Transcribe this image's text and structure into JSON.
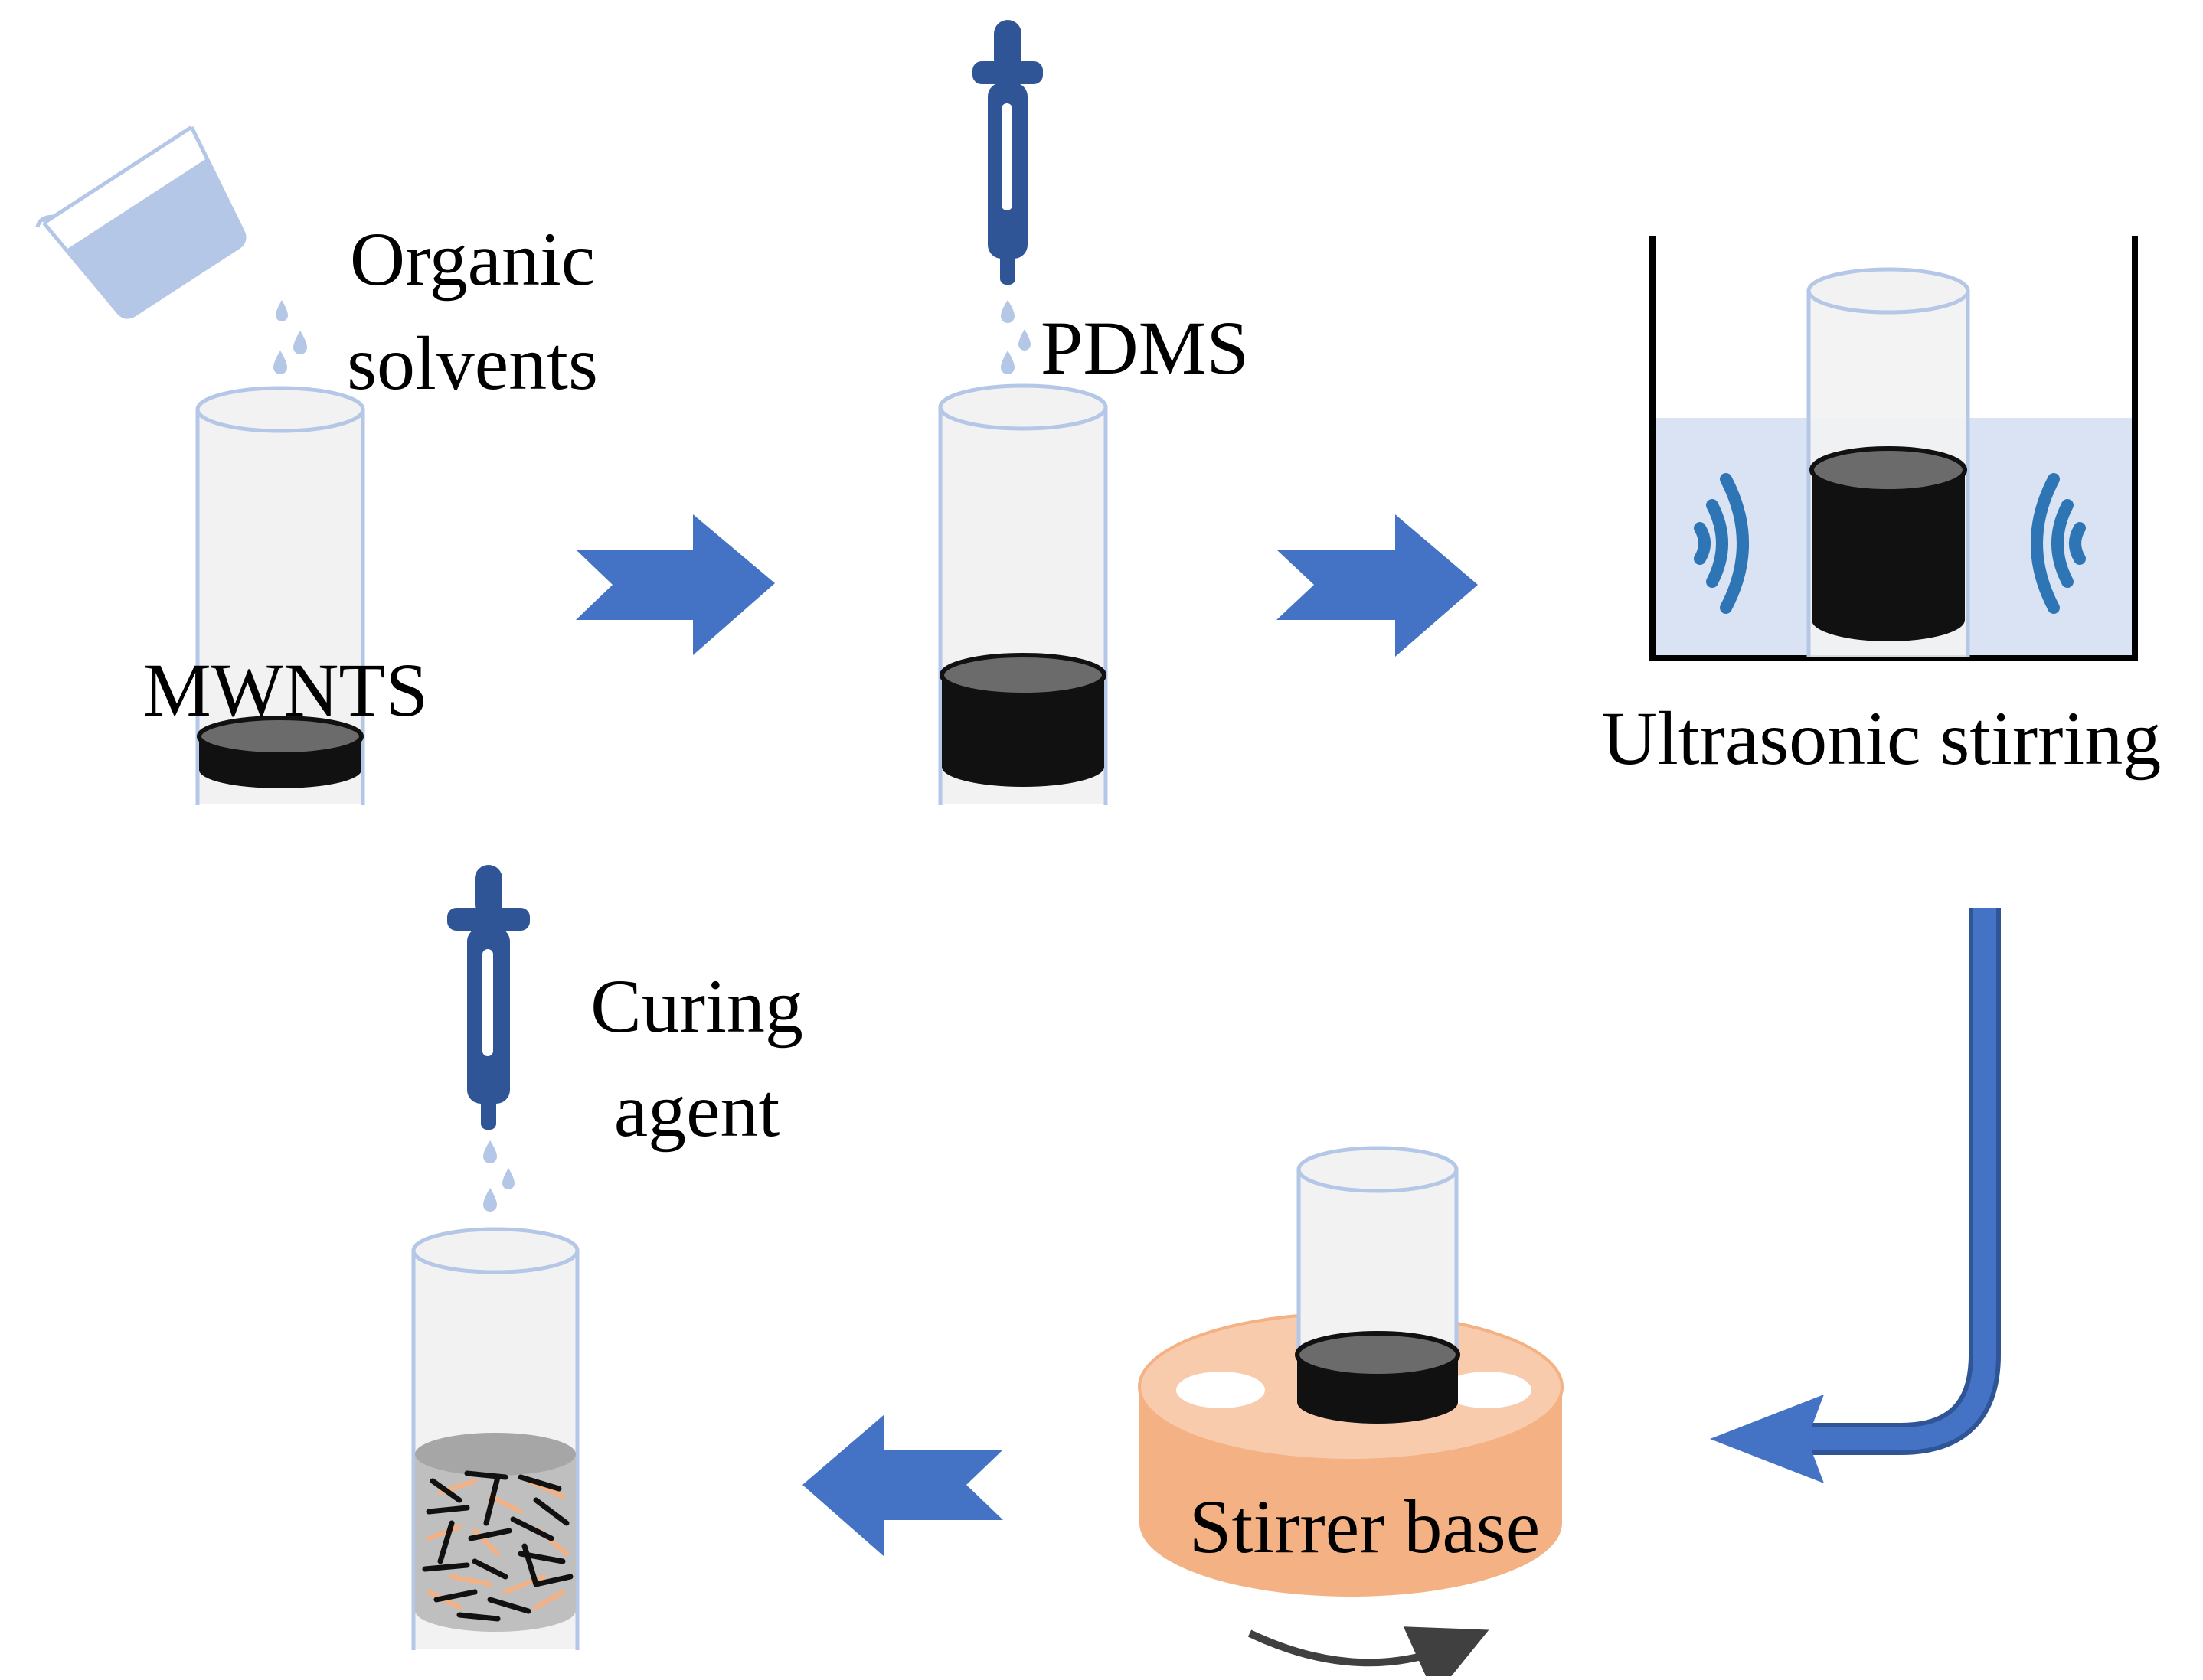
{
  "labels": {
    "organic_solvents_line1": "Organic",
    "organic_solvents_line2": "solvents",
    "mwnts": "MWNTS",
    "pdms": "PDMS",
    "ultrasonic_stirring": "Ultrasonic stirring",
    "curing_agent_line1": "Curing",
    "curing_agent_line2": "agent",
    "stirrer_base": "Stirrer base"
  },
  "colors": {
    "arrow_blue": "#4472c4",
    "dropper_blue": "#2f5597",
    "liquid_light_blue": "#b4c7e7",
    "tube_outline": "#b4c7e7",
    "tube_fill": "#f2f2f2",
    "bath_water": "#dae3f3",
    "material_black": "#111111",
    "material_top": "#6b6b6b",
    "stirrer_orange": "#f4b183",
    "stirrer_top": "#f8cbad",
    "fiber_orange": "#f4b183",
    "composite_gray": "#bfbfbf"
  },
  "icons": [
    "beaker-icon",
    "dropper-icon",
    "test-tube-icon",
    "process-arrow-icon",
    "ultrasonic-wave-icon",
    "magnetic-stirrer-icon",
    "rotation-arrow-icon"
  ]
}
